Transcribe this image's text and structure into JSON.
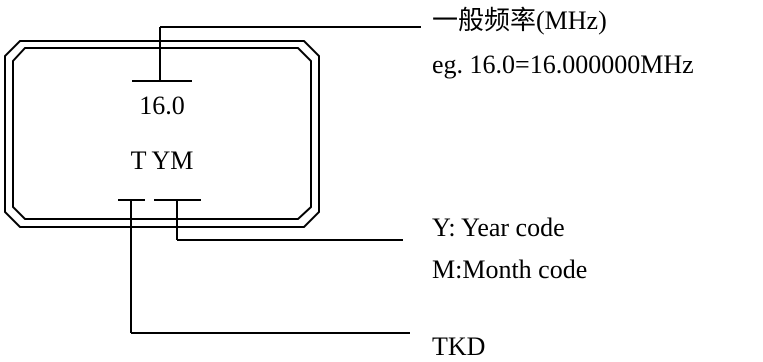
{
  "package": {
    "frequency_marking": "16.0",
    "code_marking": "T YM"
  },
  "callouts": {
    "frequency": {
      "title": "一般频率(MHz)",
      "example": "eg. 16.0=16.000000MHz"
    },
    "year_month": {
      "year": "Y: Year code",
      "month": "M:Month code"
    },
    "tkd": {
      "label": "TKD"
    }
  },
  "colors": {
    "ink": "#000000",
    "background": "#ffffff"
  }
}
